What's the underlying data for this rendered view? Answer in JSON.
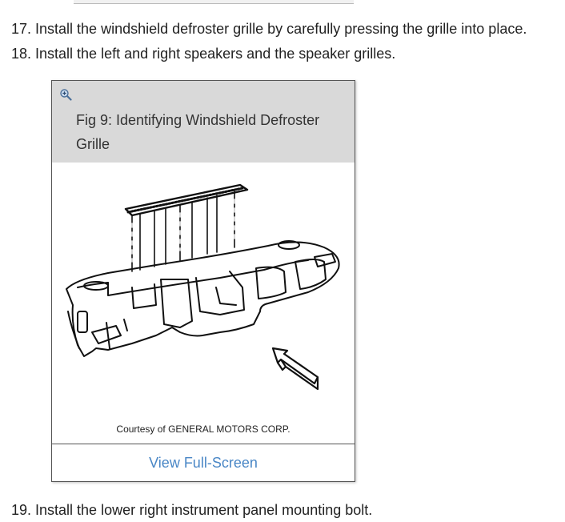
{
  "steps": {
    "s17": "17. Install the windshield defroster grille by carefully pressing the grille into place.",
    "s18": "18. Install the left and right speakers and the speaker grilles.",
    "s19": "19. Install the lower right instrument panel mounting bolt."
  },
  "figure": {
    "caption": "Fig 9: Identifying Windshield Defroster Grille",
    "courtesy": "Courtesy of GENERAL MOTORS CORP.",
    "view_link": "View Full-Screen",
    "zoom_icon": "zoom-in-icon"
  },
  "colors": {
    "header_bg": "#d9d9d9",
    "link": "#4a87c6"
  }
}
